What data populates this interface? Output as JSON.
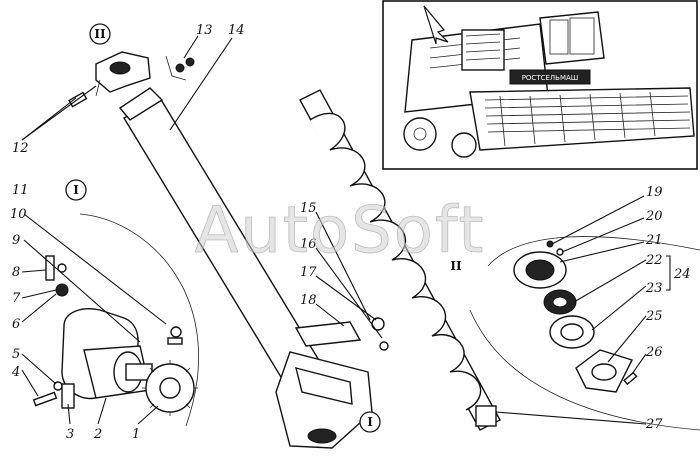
{
  "watermark": "AutoSoft",
  "combine_plate_text": "РОСТСЕЛЬМАШ",
  "views": [
    "I",
    "I",
    "II",
    "II"
  ],
  "callouts": [
    "1",
    "2",
    "3",
    "4",
    "5",
    "6",
    "7",
    "8",
    "9",
    "10",
    "11",
    "12",
    "13",
    "14",
    "15",
    "16",
    "17",
    "18",
    "19",
    "20",
    "21",
    "22",
    "23",
    "24",
    "25",
    "26",
    "27"
  ]
}
